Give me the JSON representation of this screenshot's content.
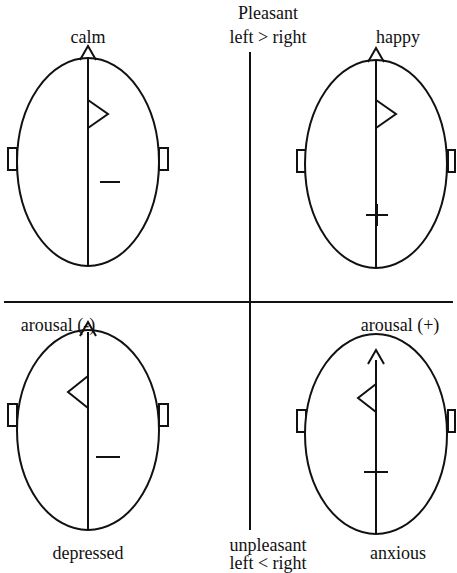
{
  "diagram": {
    "labels": [
      "Pleasant",
      "calm",
      "left > right",
      "happy",
      "arousal (-)",
      "arousal (+)",
      "depressed",
      "unpleasant",
      "anxious",
      "left < right"
    ]
  }
}
